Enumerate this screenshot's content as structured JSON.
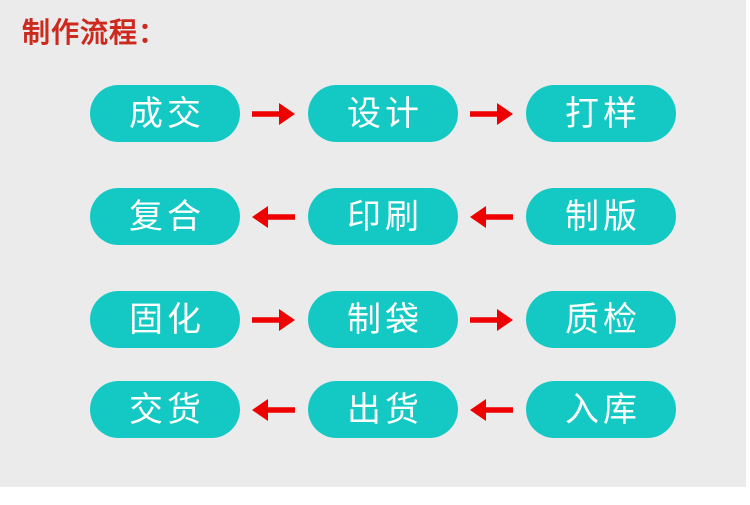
{
  "page": {
    "title": "制作流程：",
    "background_color": "#ebebeb",
    "page_background_color": "#ffffff",
    "title_color": "#cc2a1e",
    "node_color": "#14c9c4",
    "node_text_color": "#ffffff",
    "arrow_color": "#ee0000"
  },
  "flow": {
    "rows": [
      {
        "direction": "right",
        "arrow_icon": "arrow-right-icon",
        "nodes": [
          {
            "label": "成交"
          },
          {
            "label": "设计"
          },
          {
            "label": "打样"
          }
        ]
      },
      {
        "direction": "left",
        "arrow_icon": "arrow-left-icon",
        "nodes": [
          {
            "label": "复合"
          },
          {
            "label": "印刷"
          },
          {
            "label": "制版"
          }
        ]
      },
      {
        "direction": "right",
        "arrow_icon": "arrow-right-icon",
        "nodes": [
          {
            "label": "固化"
          },
          {
            "label": "制袋"
          },
          {
            "label": "质检"
          }
        ]
      },
      {
        "direction": "left",
        "arrow_icon": "arrow-left-icon",
        "nodes": [
          {
            "label": "交货"
          },
          {
            "label": "出货"
          },
          {
            "label": "入库"
          }
        ]
      }
    ]
  }
}
